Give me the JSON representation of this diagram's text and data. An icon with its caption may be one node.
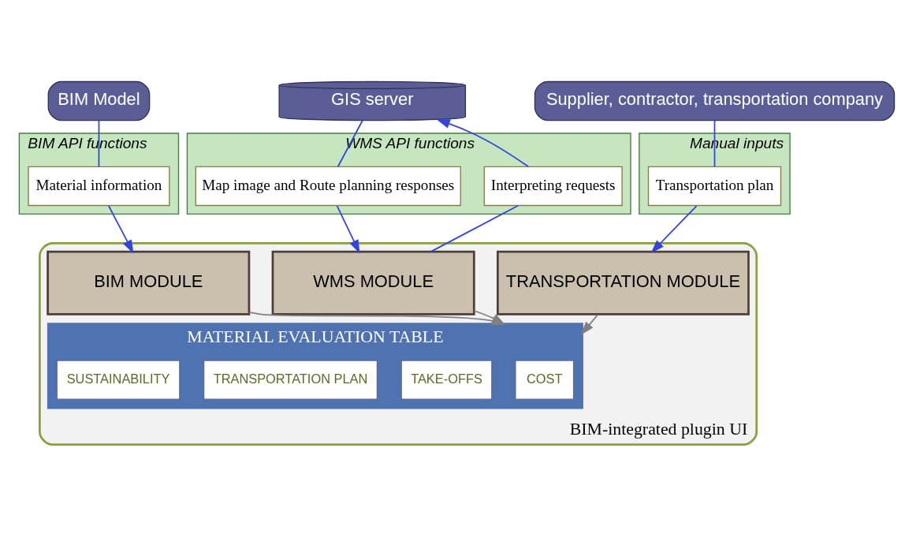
{
  "diagram": {
    "nodes": [
      {
        "text": [
          "BIM Model"
        ]
      },
      {
        "text": [
          "GIS server"
        ]
      },
      {
        "text": [
          "Supplier, contractor, transportation company"
        ]
      },
      {
        "text": [
          "BIM API functions"
        ]
      },
      {
        "text": [
          "Material information"
        ],
        "in": 3
      },
      {
        "text": [
          "WMS API functions"
        ]
      },
      {
        "text": [
          "Interpreting requests"
        ],
        "in": 5
      },
      {
        "text": [
          "Map image and Route planning responses"
        ],
        "in": 5
      },
      {
        "text": [
          "Manual inputs"
        ]
      },
      {
        "text": [
          "Transportation plan"
        ],
        "in": 8
      },
      {
        "text": [
          "BIM-integrated plugin UI"
        ]
      },
      {
        "text": [
          "BIM MODULE"
        ],
        "in": 10
      },
      {
        "text": [
          "WMS MODULE"
        ],
        "in": 10
      },
      {
        "text": [
          "TRANSPORTATION MODULE"
        ],
        "in": 10
      },
      {
        "text": [
          "MATERIAL EVALUATION TABLE"
        ],
        "in": 10
      },
      {
        "text": [
          "COST"
        ],
        "in": 14
      },
      {
        "text": [
          "TAKE-OFFS"
        ],
        "in": 14
      },
      {
        "text": [
          "TRANSPORTATION PLAN"
        ],
        "in": 14
      },
      {
        "text": [
          "SUSTAINABILITY"
        ],
        "in": 14
      }
    ],
    "edges": [
      {
        "from": 0,
        "to": 4,
        "arrow": "none"
      },
      {
        "from": 4,
        "to": 11,
        "arrow": "to"
      },
      {
        "from": 6,
        "to": 1,
        "arrow": "to"
      },
      {
        "from": 1,
        "to": 7,
        "arrow": "none"
      },
      {
        "from": 6,
        "to": 12,
        "arrow": "none"
      },
      {
        "from": 7,
        "to": 12,
        "arrow": "to"
      },
      {
        "from": 2,
        "to": 9,
        "arrow": "none"
      },
      {
        "from": 9,
        "to": 13,
        "arrow": "to"
      },
      {
        "from": 11,
        "to": 14,
        "arrow": "to",
        "color": "#808080"
      },
      {
        "from": 12,
        "to": 14,
        "arrow": "to",
        "color": "#808080"
      },
      {
        "from": 13,
        "to": 14,
        "arrow": "to",
        "color": "#808080"
      }
    ]
  }
}
